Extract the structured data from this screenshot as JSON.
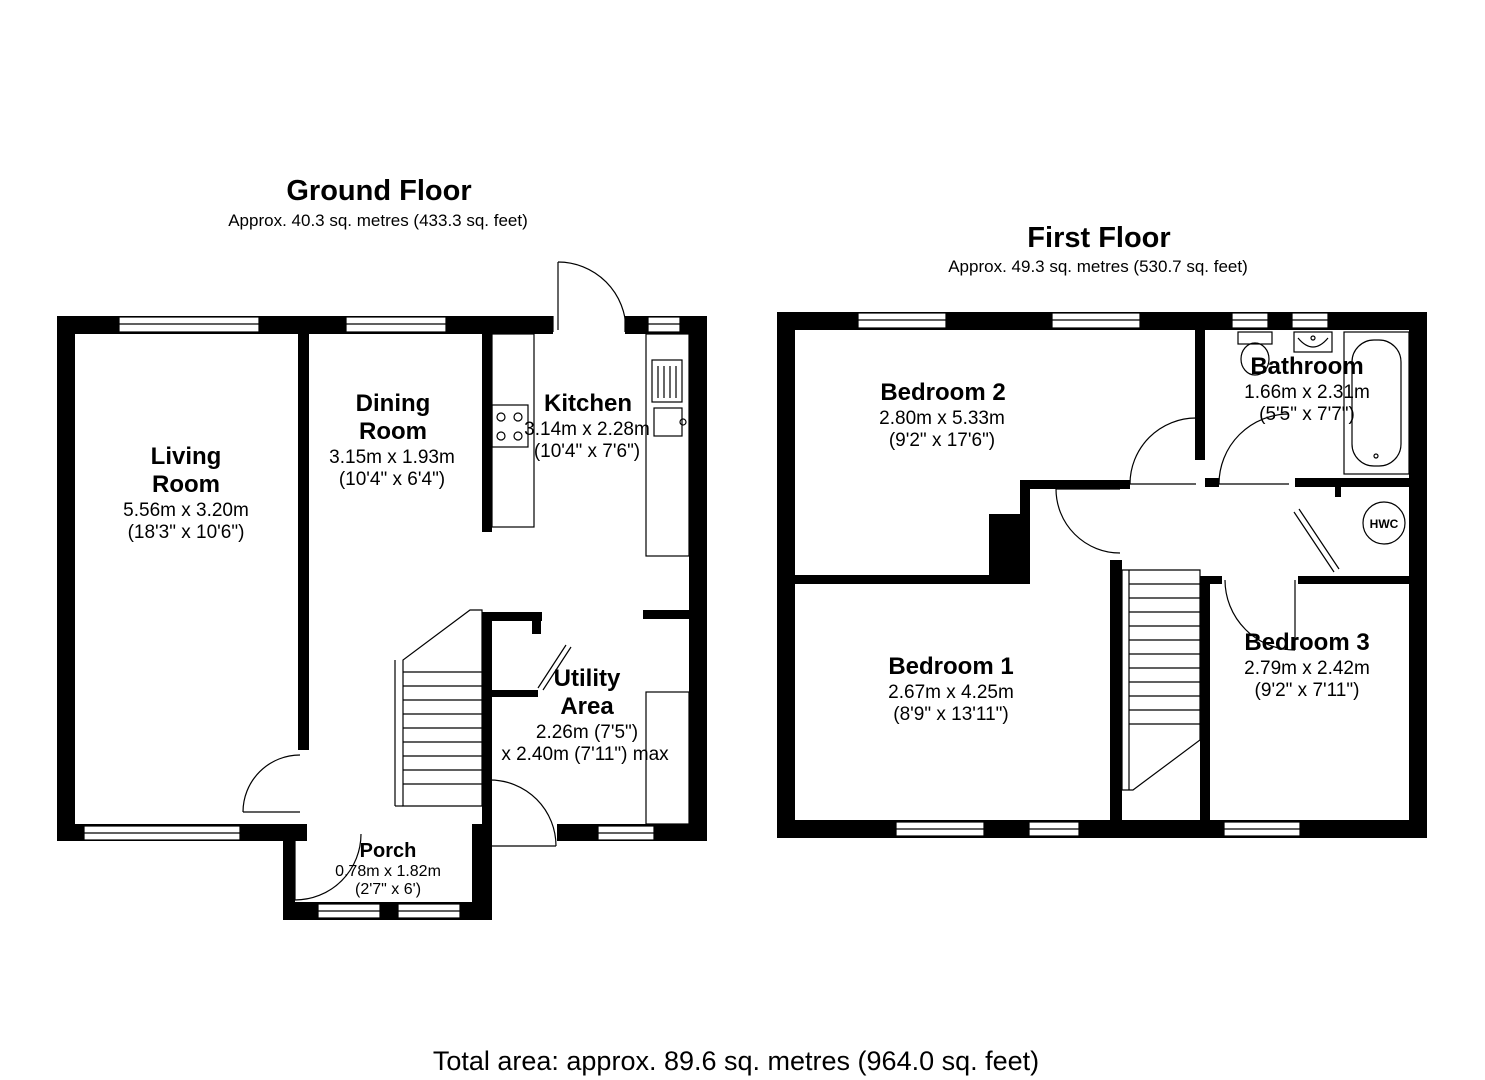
{
  "ground_floor": {
    "title": "Ground Floor",
    "area": "Approx. 40.3 sq. metres (433.3 sq. feet)",
    "rooms": {
      "living_room": {
        "name_line1": "Living",
        "name_line2": "Room",
        "dims_metric": "5.56m x 3.20m",
        "dims_imperial": "(18'3\" x 10'6\")"
      },
      "dining_room": {
        "name_line1": "Dining",
        "name_line2": "Room",
        "dims_metric": "3.15m x 1.93m",
        "dims_imperial": "(10'4\" x 6'4\")"
      },
      "kitchen": {
        "name": "Kitchen",
        "dims_metric": "3.14m x 2.28m",
        "dims_imperial": "(10'4\" x 7'6\")"
      },
      "utility_area": {
        "name_line1": "Utility",
        "name_line2": "Area",
        "dims_line1": "2.26m (7'5\")",
        "dims_line2": "x 2.40m (7'11\") max"
      },
      "porch": {
        "name": "Porch",
        "dims_metric": "0.78m x 1.82m",
        "dims_imperial": "(2'7\" x 6')"
      }
    }
  },
  "first_floor": {
    "title": "First Floor",
    "area": "Approx. 49.3 sq. metres (530.7 sq. feet)",
    "rooms": {
      "bedroom_2": {
        "name": "Bedroom 2",
        "dims_metric": "2.80m x 5.33m",
        "dims_imperial": "(9'2\" x 17'6\")"
      },
      "bathroom": {
        "name": "Bathroom",
        "dims_metric": "1.66m x 2.31m",
        "dims_imperial": "(5'5\" x 7'7\")"
      },
      "bedroom_1": {
        "name": "Bedroom 1",
        "dims_metric": "2.67m x 4.25m",
        "dims_imperial": "(8'9\" x 13'11\")"
      },
      "bedroom_3": {
        "name": "Bedroom 3",
        "dims_metric": "2.79m x 2.42m",
        "dims_imperial": "(9'2\" x 7'11\")"
      }
    },
    "hwc_label": "HWC"
  },
  "total_area": "Total area: approx. 89.6 sq. metres (964.0 sq. feet)",
  "colors": {
    "wall": "#000000",
    "background": "#ffffff"
  }
}
